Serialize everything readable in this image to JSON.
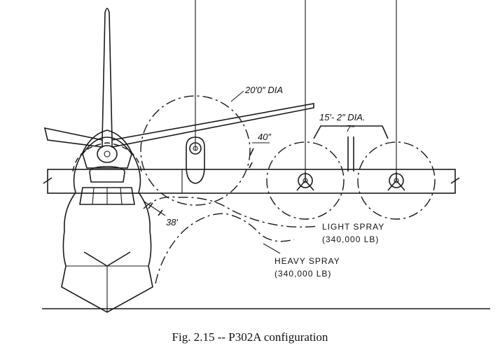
{
  "figure": {
    "caption": "Fig. 2.15 -- P302A configuration",
    "labels": {
      "big_prop_dia": "20′0″ DIA",
      "small_prop_dia": "15′- 2″ DIA.",
      "gap": "7″",
      "clearance": "40″",
      "hull_dim": "38′",
      "light_spray": "LIGHT SPRAY",
      "light_spray_weight": "(340,000 LB)",
      "heavy_spray": "HEAVY SPRAY",
      "heavy_spray_weight": "(340,000 LB)"
    }
  }
}
